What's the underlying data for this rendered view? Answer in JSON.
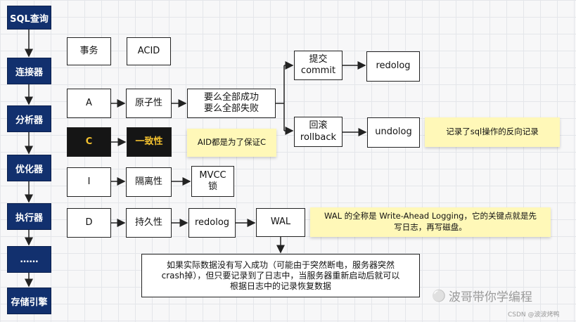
{
  "sidebar": {
    "steps": [
      "SQL查询",
      "连接器",
      "分析器",
      "优化器",
      "执行器",
      "……",
      "存储引擎"
    ]
  },
  "header": {
    "transaction": "事务",
    "acid": "ACID"
  },
  "rows": {
    "a": {
      "letter": "A",
      "property": "原子性"
    },
    "c": {
      "letter": "C",
      "property": "一致性"
    },
    "i": {
      "letter": "I",
      "property": "隔离性"
    },
    "d": {
      "letter": "D",
      "property": "持久性"
    }
  },
  "atomicity": {
    "statement": [
      "要么全部成功",
      "要么全部失败"
    ],
    "commit": [
      "提交",
      "commit"
    ],
    "redolog": "redolog",
    "rollback": [
      "回滚",
      "rollback"
    ],
    "undolog": "undolog",
    "undolog_note": "记录了sql操作的反向记录"
  },
  "consistency": {
    "note": "AID都是为了保证C"
  },
  "isolation": {
    "mvcc": [
      "MVCC",
      "锁"
    ]
  },
  "durability": {
    "redolog": "redolog",
    "wal": "WAL",
    "wal_note": [
      "WAL 的全称是 Write-Ahead Logging，它的关键点就是先",
      "写日志，再写磁盘。"
    ],
    "explain": [
      "如果实际数据没有写入成功（可能由于突然断电，服务器突然",
      "crash掉），但只要记录到了日志中，当服务器重新启动后就可以",
      "根据日志中的记录恢复数据"
    ]
  },
  "watermark": {
    "brand": "波哥带你学编程",
    "credit": "CSDN @波波烤鸭"
  },
  "colors": {
    "sidebar": "#12306e",
    "note": "#fff8b8",
    "accent_text": "#f3c12f"
  }
}
